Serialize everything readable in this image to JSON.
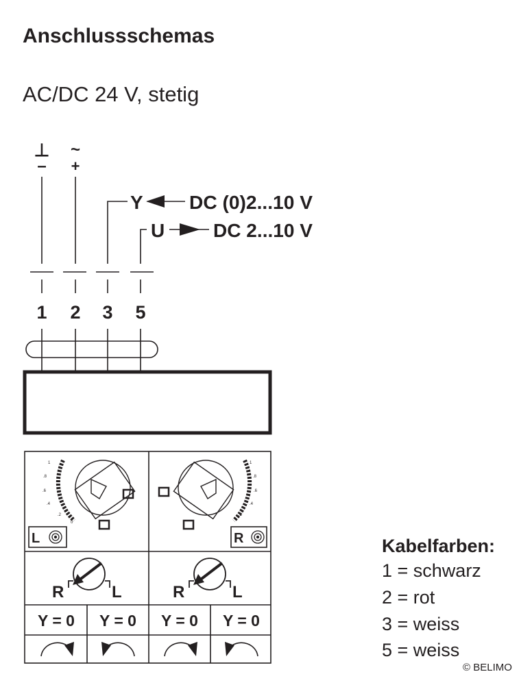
{
  "title": "Anschlussschemas",
  "subtitle": "AC/DC 24 V, stetig",
  "supply": {
    "ground_symbol": "⊥",
    "minus": "–",
    "ac_symbol": "~",
    "plus": "+"
  },
  "signals": {
    "y_label": "Y",
    "y_range": "DC (0)2...10 V",
    "u_label": "U",
    "u_range": "DC 2...10 V"
  },
  "terminals": [
    "1",
    "2",
    "3",
    "5"
  ],
  "panels": {
    "scale_ticks": [
      "1",
      ".8",
      ".6",
      ".4",
      ".2",
      "0"
    ],
    "left_mode": "L",
    "right_mode": "R",
    "pot_r": "R",
    "pot_l": "L",
    "y_cells": [
      "Y = 0",
      "Y = 0",
      "Y = 0",
      "Y = 0"
    ]
  },
  "legend": {
    "heading": "Kabelfarben:",
    "items": [
      "1 = schwarz",
      "2 = rot",
      "3 = weiss",
      "5 = weiss"
    ]
  },
  "copyright": "© BELIMO"
}
